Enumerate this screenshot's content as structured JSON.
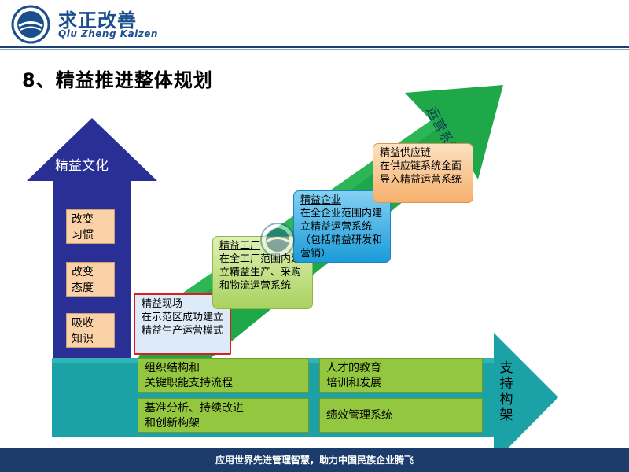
{
  "header": {
    "logo_cn": "求正改善",
    "logo_en": "Qiu Zheng Kaizen"
  },
  "page_title": "8、精益推进整体规划",
  "culture": {
    "label": "精益文化",
    "items": [
      {
        "line1": "改变",
        "line2": "习惯"
      },
      {
        "line1": "改变",
        "line2": "态度"
      },
      {
        "line1": "吸收",
        "line2": "知识"
      }
    ]
  },
  "operations_label": "运营系统",
  "stages": [
    {
      "title": "精益现场",
      "body": "在示范区成功建立精益生产运营模式"
    },
    {
      "title": "精益工厂",
      "body": "在全工厂范围内建立精益生产、采购和物流运营系统"
    },
    {
      "title": "精益企业",
      "body": "在全企业范围内建立精益运营系统（包括精益研发和营销）"
    },
    {
      "title": "精益供应链",
      "body": "在供应链系统全面导入精益运营系统"
    }
  ],
  "support": {
    "label": "支持构架",
    "cells": [
      {
        "line1": "组织结构和",
        "line2": "关键职能支持流程"
      },
      {
        "line1": "人才的教育",
        "line2": "培训和发展"
      },
      {
        "line1": "基准分析、持续改进",
        "line2": "和创新构架"
      },
      {
        "line1": "绩效管理系统",
        "line2": ""
      }
    ]
  },
  "footer_text": "应用世界先进管理智慧，助力中国民族企业腾飞",
  "colors": {
    "brand_blue": "#1b4e8c",
    "culture_arrow": "#2a2f95",
    "operations_arrow": "#1ea84a",
    "support_arrow": "#1aa2a6",
    "highlight_red": "#d81e1e"
  }
}
